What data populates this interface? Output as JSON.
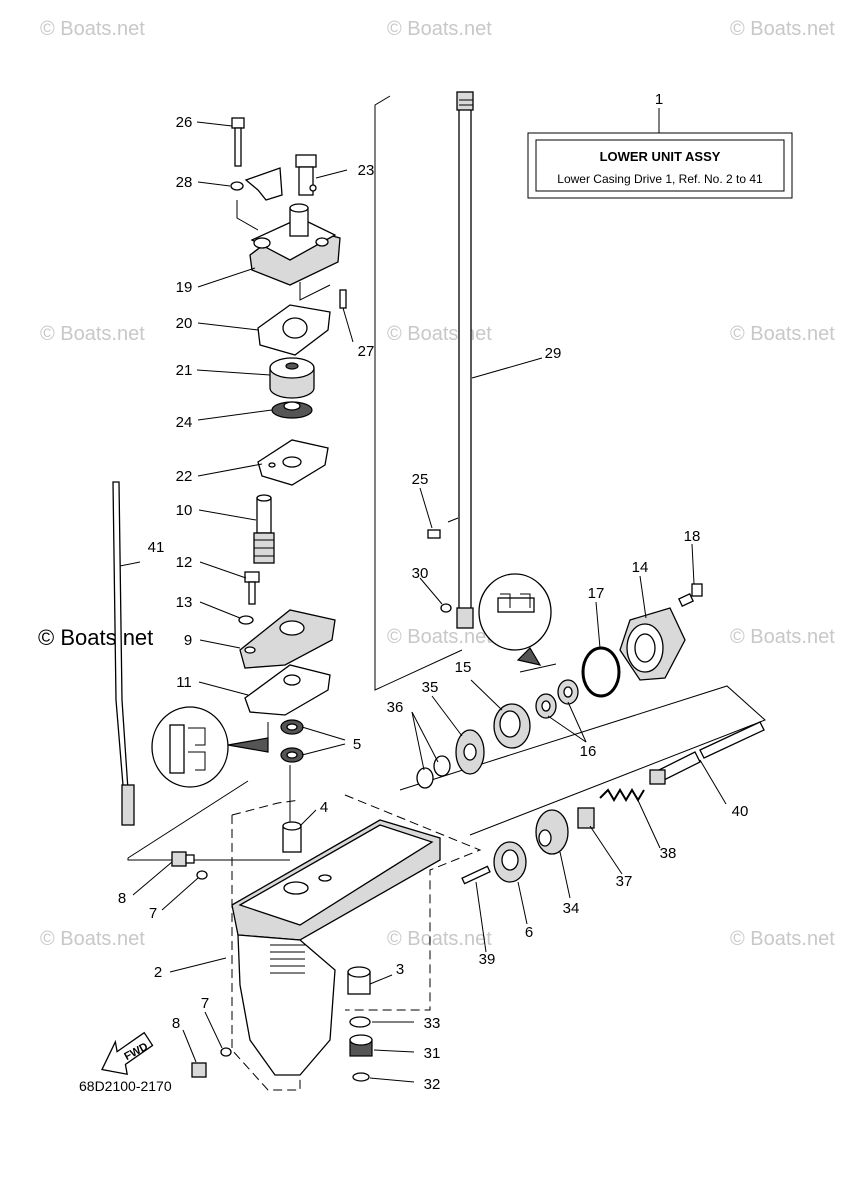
{
  "watermark_text": "© Boats.net",
  "copyright_text": "© Boats.net",
  "title_box": {
    "title": "LOWER UNIT ASSY",
    "subtitle": "Lower Casing Drive 1,  Ref. No. 2 to 41"
  },
  "diagram_code": "68D2100-2170",
  "fwd_label": "FWD",
  "callouts": {
    "c1": "1",
    "c2": "2",
    "c3": "3",
    "c4": "4",
    "c5": "5",
    "c6": "6",
    "c7a": "7",
    "c7b": "7",
    "c8a": "8",
    "c8b": "8",
    "c9": "9",
    "c10": "10",
    "c11": "11",
    "c12": "12",
    "c13": "13",
    "c14": "14",
    "c15": "15",
    "c16": "16",
    "c17": "17",
    "c18": "18",
    "c19": "19",
    "c20": "20",
    "c21": "21",
    "c22": "22",
    "c23": "23",
    "c24": "24",
    "c25": "25",
    "c26": "26",
    "c27": "27",
    "c28": "28",
    "c29": "29",
    "c30": "30",
    "c31": "31",
    "c32": "32",
    "c33": "33",
    "c34": "34",
    "c35": "35",
    "c36": "36",
    "c37": "37",
    "c38": "38",
    "c39": "39",
    "c40": "40",
    "c41": "41"
  }
}
